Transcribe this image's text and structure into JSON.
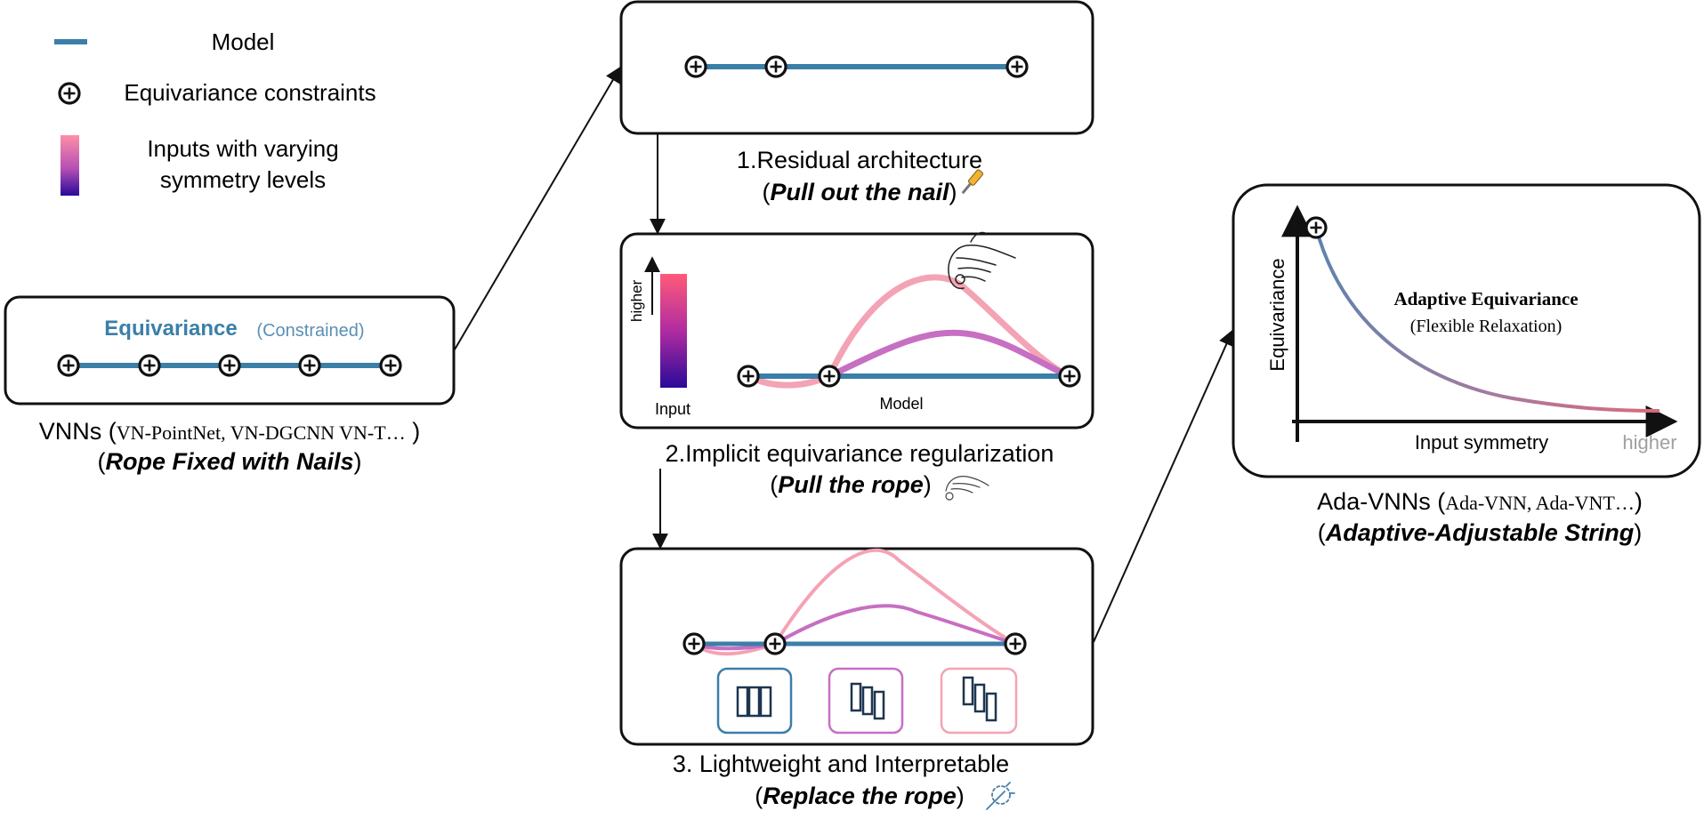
{
  "colors": {
    "model": "#3b7fa8",
    "pink": "#f4a3b4",
    "violet": "#c76fc2",
    "gradient_top": "#ff5a78",
    "gradient_mid": "#b02ca0",
    "gradient_bottom": "#2a0a99",
    "curve_start": "#5c84ad",
    "curve_end": "#d96a7c",
    "outline": "#111111"
  },
  "legend": {
    "model_label": "Model",
    "constraints_label": "Equivariance constraints",
    "inputs_label_line1": "Inputs with varying",
    "inputs_label_line2": "symmetry levels"
  },
  "vnns_panel": {
    "title": "Equivariance",
    "subtitle": "(Constrained)",
    "caption_prefix": "VNNs (",
    "caption_examples": "VN-PointNet, VN-DGCNN VN-T…",
    "caption_suffix": " )",
    "metaphor_open": "(",
    "metaphor": "Rope Fixed with Nails",
    "metaphor_close": ")",
    "icon": "nail-rope-icon"
  },
  "step1": {
    "title": "1.Residual architecture",
    "open": "(",
    "metaphor": "Pull out the nail",
    "close": ")",
    "icon": "screwdriver-icon"
  },
  "step2": {
    "axis_label": "higher",
    "input_label": "Input",
    "model_label": "Model",
    "title": "2.Implicit equivariance regularization",
    "open": "(",
    "metaphor": "Pull the rope",
    "close": ")",
    "icon": "hand-pulling-icon"
  },
  "step3": {
    "title": "3. Lightweight and Interpretable",
    "open": "(",
    "metaphor": "Replace the rope",
    "close": ")",
    "icon": "magic-wand-icon"
  },
  "ada_panel": {
    "ylabel": "Equivariance",
    "xlabel": "Input symmetry",
    "x_end_label": "higher",
    "title": "Adaptive Equivariance",
    "subtitle": "(Flexible Relaxation)",
    "caption_prefix": "Ada-VNNs (",
    "caption_examples": "Ada-VNN, Ada-VNT…",
    "caption_suffix": ")",
    "metaphor_open": "(",
    "metaphor": "Adaptive-Adjustable String",
    "metaphor_close": ")"
  }
}
